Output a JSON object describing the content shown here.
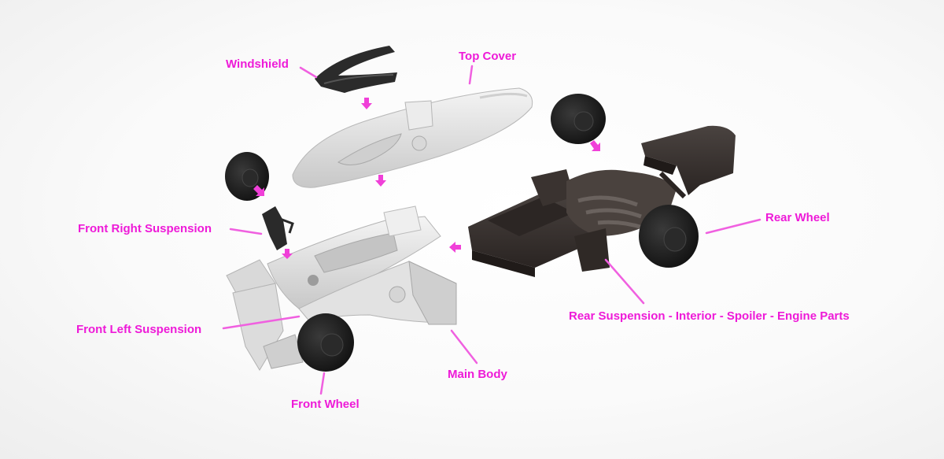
{
  "colors": {
    "label": "#ee1ad8",
    "leader": "#f060e0",
    "assembly_arrow": "#f040d8",
    "white_part": "#e4e4e4",
    "white_part_shade": "#bdbdbd",
    "dark_part": "#3a3330",
    "tire": "#1a1a1a"
  },
  "labels": {
    "windshield": "Windshield",
    "top_cover": "Top Cover",
    "front_right_suspension": "Front Right Suspension",
    "rear_wheel": "Rear Wheel",
    "front_left_suspension": "Front Left Suspension",
    "rear_assembly": "Rear Suspension - Interior - Spoiler - Engine Parts",
    "main_body": "Main Body",
    "front_wheel": "Front Wheel"
  },
  "icons": {
    "windshield": "windshield-part-icon",
    "top_cover": "top-cover-part-icon",
    "main_body": "main-body-part-icon",
    "rear_assembly": "rear-assembly-part-icon",
    "wheel": "wheel-icon",
    "suspension": "suspension-part-icon",
    "arrow": "assembly-arrow-icon"
  }
}
